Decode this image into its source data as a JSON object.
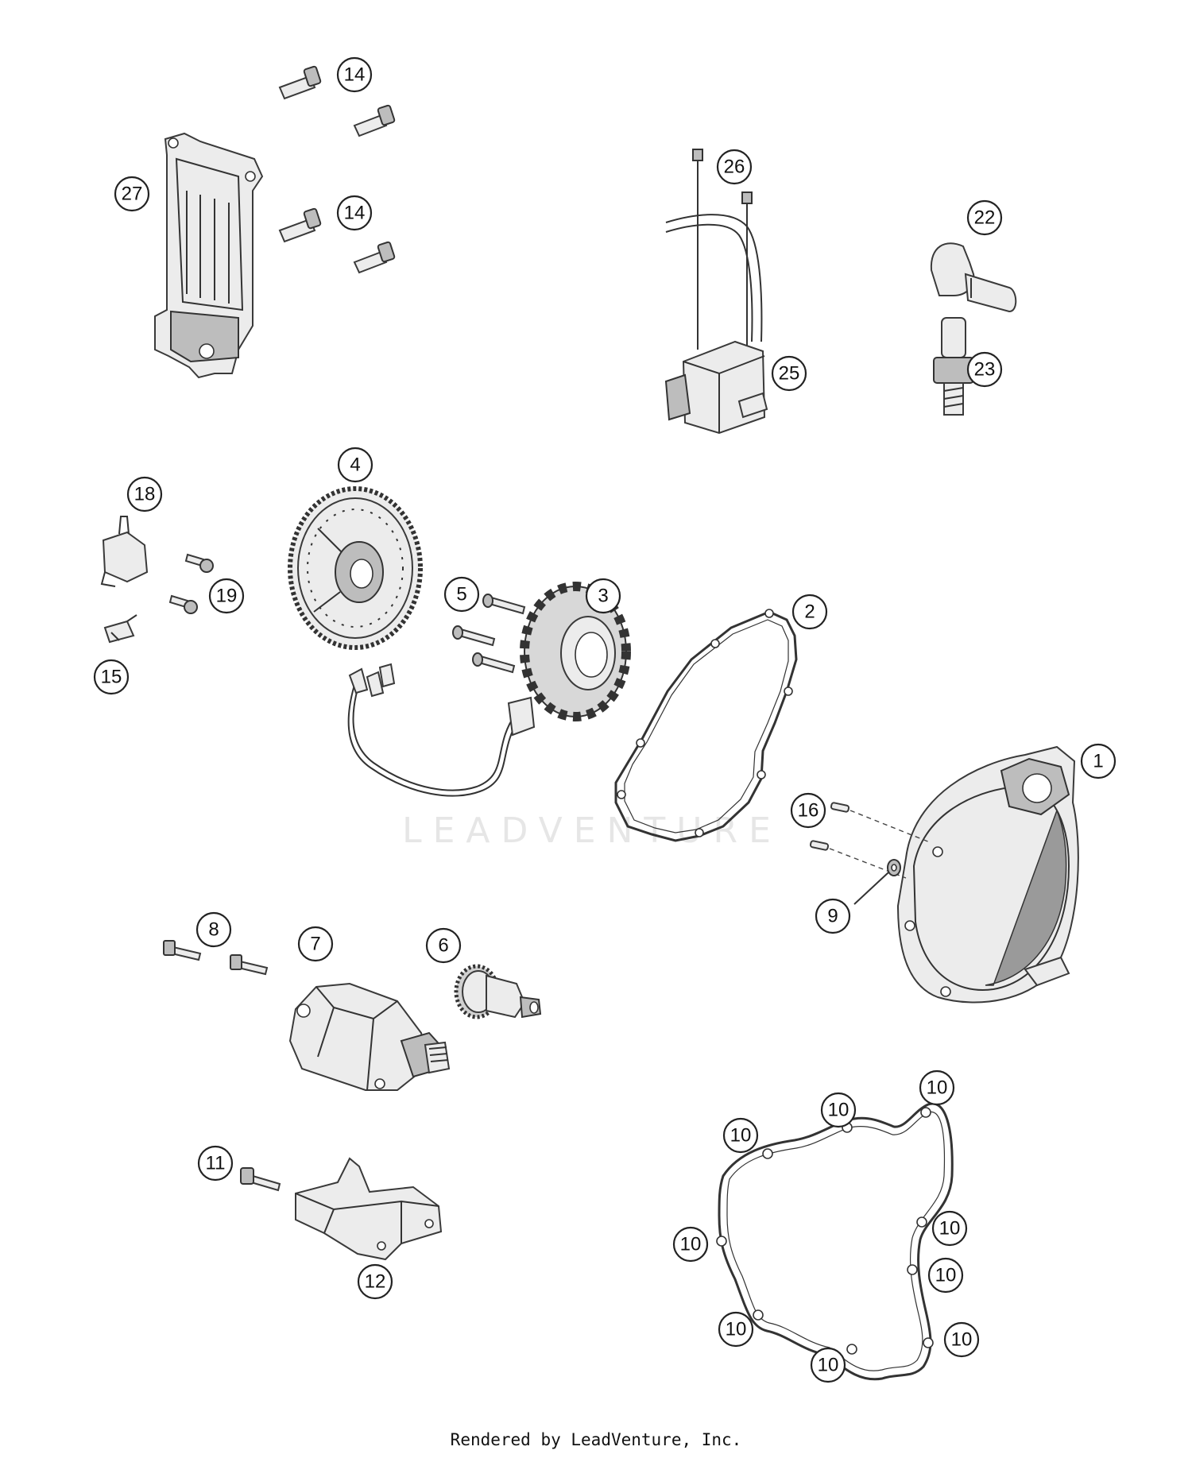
{
  "callouts": [
    {
      "id": "c14a",
      "label": "14"
    },
    {
      "id": "c14b",
      "label": "14"
    },
    {
      "id": "c27",
      "label": "27"
    },
    {
      "id": "c26",
      "label": "26"
    },
    {
      "id": "c22",
      "label": "22"
    },
    {
      "id": "c25",
      "label": "25"
    },
    {
      "id": "c23",
      "label": "23"
    },
    {
      "id": "c4",
      "label": "4"
    },
    {
      "id": "c18",
      "label": "18"
    },
    {
      "id": "c19",
      "label": "19"
    },
    {
      "id": "c15",
      "label": "15"
    },
    {
      "id": "c5",
      "label": "5"
    },
    {
      "id": "c3",
      "label": "3"
    },
    {
      "id": "c2",
      "label": "2"
    },
    {
      "id": "c1",
      "label": "1"
    },
    {
      "id": "c16",
      "label": "16"
    },
    {
      "id": "c9",
      "label": "9"
    },
    {
      "id": "c8",
      "label": "8"
    },
    {
      "id": "c7",
      "label": "7"
    },
    {
      "id": "c6",
      "label": "6"
    },
    {
      "id": "c11",
      "label": "11"
    },
    {
      "id": "c12",
      "label": "12"
    },
    {
      "id": "c10a",
      "label": "10"
    },
    {
      "id": "c10b",
      "label": "10"
    },
    {
      "id": "c10c",
      "label": "10"
    },
    {
      "id": "c10d",
      "label": "10"
    },
    {
      "id": "c10e",
      "label": "10"
    },
    {
      "id": "c10f",
      "label": "10"
    },
    {
      "id": "c10g",
      "label": "10"
    },
    {
      "id": "c10h",
      "label": "10"
    },
    {
      "id": "c10i",
      "label": "10"
    }
  ],
  "watermark": "LEADVENTURE",
  "footer": "Rendered by LeadVenture, Inc."
}
